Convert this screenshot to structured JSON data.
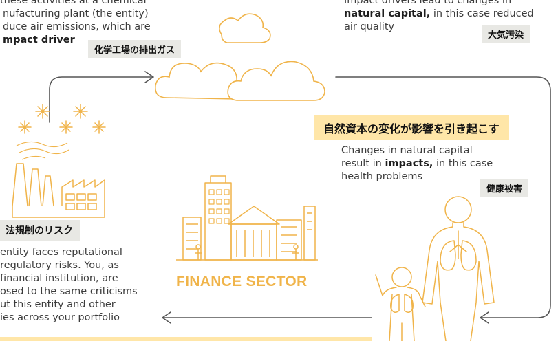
{
  "emission_text": {
    "line1": "these activities at a chemical",
    "line2": "nufacturing plant (the entity)",
    "line3": "duce air emissions, which are",
    "line4_bold": "mpact driver"
  },
  "emission_tag": "化学工場の排出ガス",
  "capital_text": {
    "line1": "Impact drivers lead to changes in",
    "line2_bold": "natural capital,",
    "line2_rest": " in this case reduced",
    "line3": "air quality"
  },
  "capital_tag": "大気汚染",
  "change_banner": {
    "before": "自然資本の変化が",
    "bold": "影響",
    "after": "を引き起こす"
  },
  "impact_text": {
    "line1": "Changes in natural capital",
    "line2_pre": "result in ",
    "line2_bold": "impacts,",
    "line2_post": " in this case",
    "line3": "health problems"
  },
  "impact_tag": "健康被害",
  "risk_tag": "法規制のリスク",
  "risk_text": {
    "line1": "entity faces reputational",
    "line2": "regulatory risks. You, as",
    "line3": "financial institution, are",
    "line4": "osed to the same criticisms",
    "line5": "ut this entity and other",
    "line6": "ies across your portfolio"
  },
  "finance_label": "FINANCE SECTOR",
  "colors": {
    "accent": "#f0b44a",
    "highlight": "#ffe6a8",
    "tag_bg": "#e8e8e4",
    "arrow": "#555555"
  }
}
